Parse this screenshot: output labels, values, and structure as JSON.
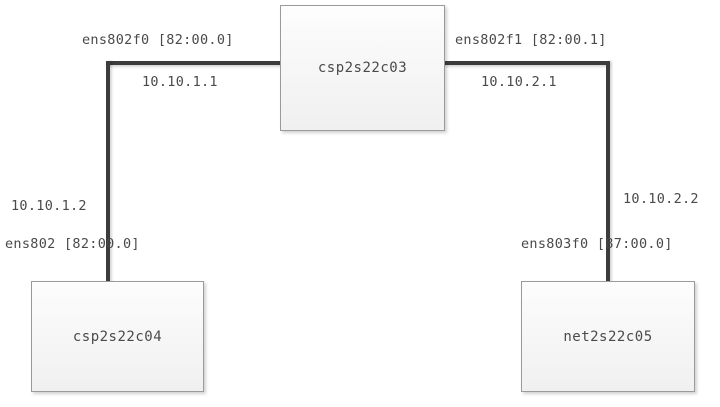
{
  "diagram": {
    "type": "network-topology",
    "nodes": [
      {
        "id": "csp2s22c03",
        "label": "csp2s22c03",
        "role": "switch-host-top"
      },
      {
        "id": "csp2s22c04",
        "label": "csp2s22c04",
        "role": "host-bottom-left"
      },
      {
        "id": "net2s22c05",
        "label": "net2s22c05",
        "role": "host-bottom-right"
      }
    ],
    "links": [
      {
        "id": "link-left",
        "from": "csp2s22c03",
        "to": "csp2s22c04",
        "from_interface": "ens802f0 [82:00.0]",
        "from_ip": "10.10.1.1",
        "to_interface": "ens802 [82:00.0]",
        "to_ip": "10.10.1.2"
      },
      {
        "id": "link-right",
        "from": "csp2s22c03",
        "to": "net2s22c05",
        "from_interface": "ens802f1 [82:00.1]",
        "from_ip": "10.10.2.1",
        "to_interface": "ens803f0 [87:00.0]",
        "to_ip": "10.10.2.2"
      }
    ],
    "labels": {
      "if_left_top": "ens802f0 [82:00.0]",
      "ip_left_top": "10.10.1.1",
      "if_right_top": "ens802f1 [82:00.1]",
      "ip_right_top": "10.10.2.1",
      "ip_left_bottom": "10.10.1.2",
      "if_left_bottom": "ens802 [82:00.0]",
      "ip_right_bottom": "10.10.2.2",
      "if_right_bottom": "ens803f0 [87:00.0]"
    },
    "colors": {
      "link": "#3c3c3c",
      "text": "#4a4a4a",
      "node_border": "#9a9a9a",
      "background": "#ffffff"
    }
  }
}
